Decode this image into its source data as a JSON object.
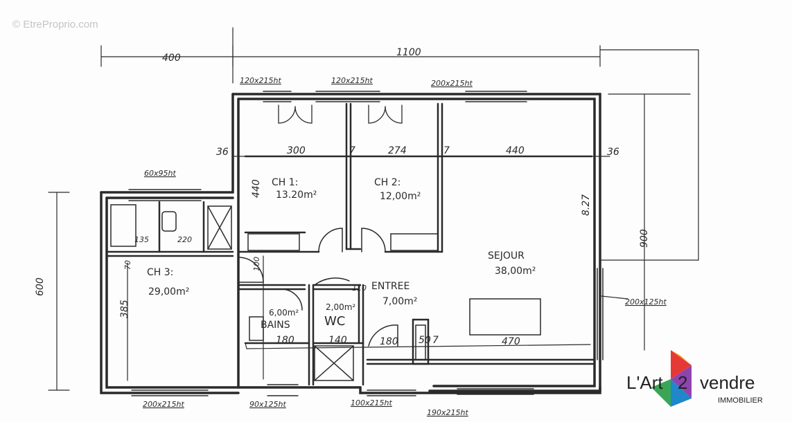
{
  "watermark": "© EtreProprio.com",
  "dimensions": {
    "top_left": "400",
    "top_total": "1100",
    "left_height": "600",
    "right_height": "900",
    "ch1_width": "300",
    "ch2_width": "274",
    "sejour_width": "440",
    "wall_left": "36",
    "wall_right": "36",
    "wall_1": "7",
    "wall_2": "7",
    "ch1_depth": "440",
    "sejour_depth": "8.27",
    "ch3_depth": "385",
    "bottom_bains": "180",
    "bottom_wc": "140",
    "bottom_a": "180",
    "bottom_b": "50",
    "bottom_c": "7",
    "bottom_sejour": "470",
    "small_a": "135",
    "small_b": "220",
    "small_c": "70",
    "small_d": "100",
    "small_e": "110"
  },
  "windows": {
    "top_1": "120x215ht",
    "top_2": "120x215ht",
    "top_3": "200x215ht",
    "ch3_top": "60x95ht",
    "right": "200x125ht",
    "bottom_1": "200x215ht",
    "bottom_2": "90x125ht",
    "bottom_3": "100x215ht",
    "bottom_4": "190x215ht"
  },
  "rooms": {
    "ch1": {
      "name": "CH 1:",
      "area": "13.20m²"
    },
    "ch2": {
      "name": "CH 2:",
      "area": "12,00m²"
    },
    "ch3": {
      "name": "CH 3:",
      "area": "29,00m²"
    },
    "sejour": {
      "name": "SEJOUR",
      "area": "38,00m²"
    },
    "entree": {
      "name": "ENTREE",
      "area": "7,00m²"
    },
    "bains": {
      "name": "BAINS",
      "area": "6,00m²"
    },
    "wc": {
      "name": "WC",
      "area": "2,00m²"
    }
  },
  "logo": {
    "brand_left": "L'Art",
    "brand_num": "2",
    "brand_right": "vendre",
    "tagline": "IMMOBILIER",
    "colors": [
      "#e53935",
      "#f4a21d",
      "#3aa655",
      "#8e44ad",
      "#1e88c9"
    ]
  }
}
